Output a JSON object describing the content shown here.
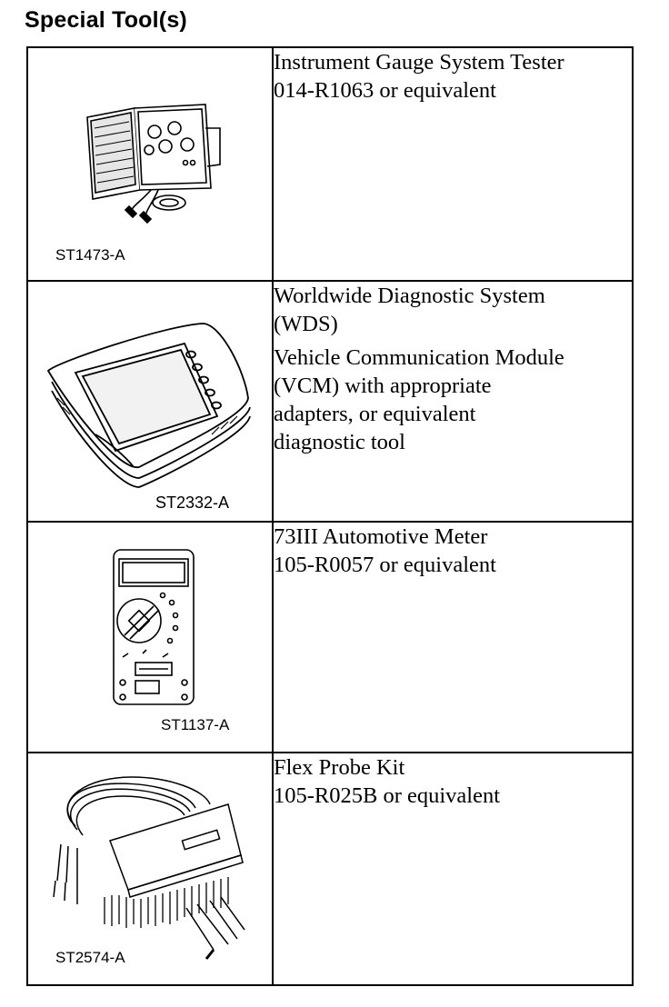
{
  "page": {
    "title": "Special Tool(s)"
  },
  "tools": [
    {
      "image_code": "ST1473-A",
      "icon": "instrument-gauge-tester-icon",
      "paragraphs": [
        [
          "Instrument Gauge System Tester",
          "014-R1063 or equivalent"
        ]
      ]
    },
    {
      "image_code": "ST2332-A",
      "icon": "diagnostic-system-icon",
      "paragraphs": [
        [
          "Worldwide Diagnostic System",
          "(WDS)"
        ],
        [
          "Vehicle Communication Module",
          "(VCM) with appropriate",
          "adapters, or equivalent",
          "diagnostic tool"
        ]
      ]
    },
    {
      "image_code": "ST1137-A",
      "icon": "automotive-meter-icon",
      "paragraphs": [
        [
          "73III Automotive Meter",
          "105-R0057 or equivalent"
        ]
      ]
    },
    {
      "image_code": "ST2574-A",
      "icon": "flex-probe-kit-icon",
      "paragraphs": [
        [
          "Flex Probe Kit",
          "105-R025B or equivalent"
        ]
      ]
    }
  ]
}
